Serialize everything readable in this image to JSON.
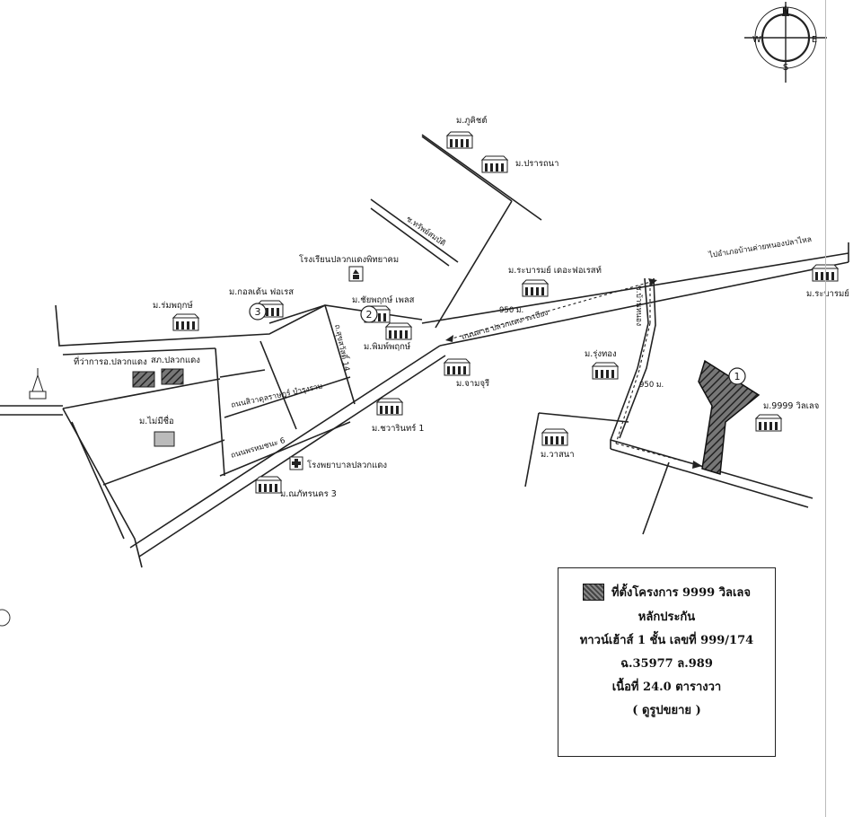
{
  "labels": {
    "village_phuchit": "ม.ภูคิชต์",
    "village_prarthana": "ม.ปรารถนา",
    "road_sukhumvit": "ซ.ทรัพย์สมบัติ",
    "school": "โรงเรียนปลวกแดงพิทยาคม",
    "village_rompruek": "ม.ร่มพฤกษ์",
    "village_golden_forest": "ม.กอลเด้น ฟอเรส",
    "village_chaiyaphruek": "ม.ชัยพฤกษ์ เพลส",
    "village_phimphruek": "ม.พิมพ์พฤกษ์",
    "village_rabiang_tower": "ม.ระบารมย์ เดอะฟอเรสท์",
    "to_nongbonyai": "ไปอำเภอบ้านค่ายหนองปลาไหล",
    "village_rabiang_right": "ม.ระบารมย์",
    "district_office": "ที่ว่าการอ.ปลวกแดง",
    "police": "สภ.ปลวกแดง",
    "village_maimi_chue": "ม.ไม่มีชื่อ",
    "road_pluakdaeng_rayong": "ถนนสาย ปลวกแดง-ระเบียง",
    "dist_950_top": "950 ม.",
    "dist_950_right": "950 ม.",
    "soi_right": "ซ.บ้านหนอง",
    "village_rungthong": "ม.รุ่งทอง",
    "village_chanchuri": "ม.จามจุรี",
    "village_chawarin": "ม.ชวารินทร์ 1",
    "village_9999": "ม.9999 วิลเลจ",
    "road_ratrat": "ถนนสิวาดุลราษฎร์ บำรุงราษ",
    "road_phokha": "ถนนพรหมชนะ 6",
    "road_suksawat": "ถ.สุขสวัสดิ์ 14",
    "hospital": "โรงพยาบาลปลวกแดง",
    "village_nattha": "ม.ณภัทรนคร 3",
    "village_warasana": "ม.วาสนา",
    "marker_1": "1",
    "marker_2": "2",
    "marker_3": "3"
  },
  "compass": {
    "n": "N",
    "s": "S",
    "e": "E",
    "w": "W"
  },
  "legend": {
    "title": "ที่ตั้งโครงการ 9999 วิลเลจ",
    "line1": "หลักประกัน",
    "line2": "ทาวน์เฮ้าส์ 1 ชั้น เลขที่ 999/174",
    "line3": "ฉ.35977 ล.989",
    "line4": "เนื้อที่ 24.0 ตารางวา",
    "line5": "( ดูรูปขยาย )"
  },
  "colors": {
    "line": "#222222",
    "hatch": "#555555",
    "background": "#ffffff"
  }
}
